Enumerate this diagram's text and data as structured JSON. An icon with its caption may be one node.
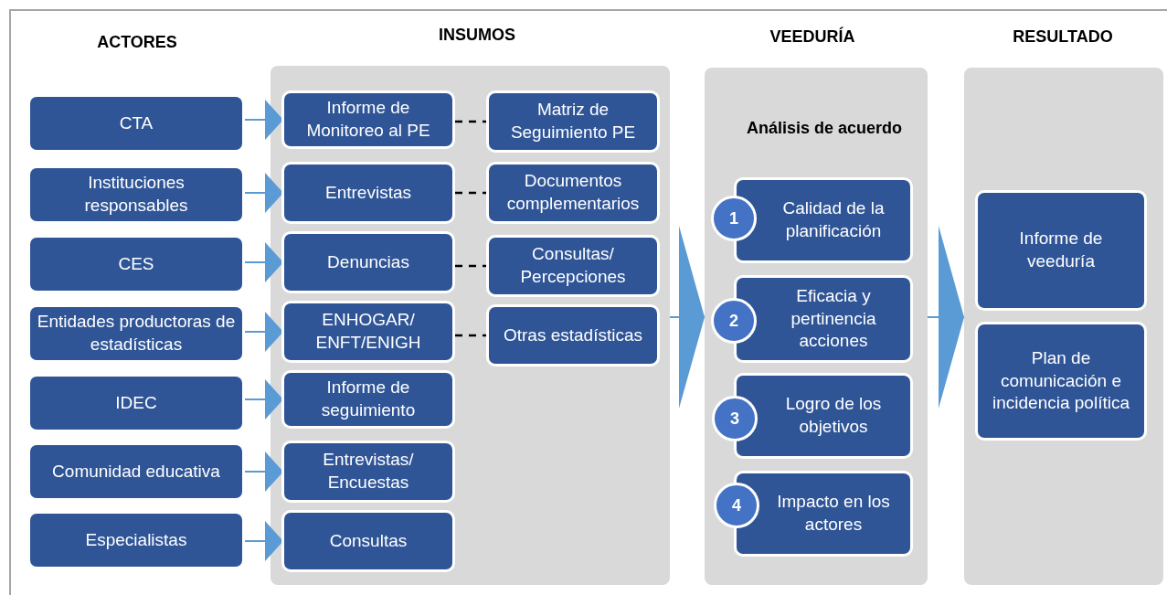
{
  "diagram": {
    "nodes": [
      {
        "text": [
          "CTA"
        ]
      },
      {
        "text": [
          "Instituciones responsables"
        ]
      },
      {
        "text": [
          "CES"
        ]
      },
      {
        "text": [
          "Entidades productoras de estadísticas"
        ]
      },
      {
        "text": [
          "IDEC"
        ]
      },
      {
        "text": [
          "Comunidad educativa"
        ]
      },
      {
        "text": [
          "Especialistas"
        ]
      },
      {
        "text": [
          "INSUMOS"
        ]
      },
      {
        "text": [
          "Informe de Monitoreo al PE"
        ],
        "in": 7
      },
      {
        "text": [
          "Matriz de Seguimiento PE"
        ],
        "in": 7
      },
      {
        "text": [
          "Entrevistas"
        ],
        "in": 7
      },
      {
        "text": [
          "Documentos complementarios"
        ],
        "in": 7
      },
      {
        "text": [
          "Denuncias"
        ],
        "in": 7
      },
      {
        "text": [
          "Consultas/ Percepciones"
        ],
        "in": 7
      },
      {
        "text": [
          "ENHOGAR/ ENFT/ENIGH"
        ],
        "in": 7
      },
      {
        "text": [
          "Otras estadísticas"
        ],
        "in": 7
      },
      {
        "text": [
          "Informe de seguimiento"
        ],
        "in": 7
      },
      {
        "text": [
          "Entrevistas/ Encuestas"
        ],
        "in": 7
      },
      {
        "text": [
          "Consultas"
        ],
        "in": 7
      },
      {
        "text": [
          "VEEDURÍA",
          "Análisis de acuerdo"
        ]
      },
      {
        "text": [
          "1"
        ],
        "in": 19
      },
      {
        "text": [
          "Calidad de la planificación"
        ],
        "in": 19
      },
      {
        "text": [
          "2"
        ],
        "in": 19
      },
      {
        "text": [
          "Eficacia y pertinencia acciones"
        ],
        "in": 19
      },
      {
        "text": [
          "3"
        ],
        "in": 19
      },
      {
        "text": [
          "Logro de los objetivos"
        ],
        "in": 19
      },
      {
        "text": [
          "4"
        ],
        "in": 19
      },
      {
        "text": [
          "Impacto en los actores"
        ],
        "in": 19
      },
      {
        "text": [
          "RESULTADO"
        ]
      },
      {
        "text": [
          "Informe de veeduría"
        ],
        "in": 28
      },
      {
        "text": [
          "Plan de comunicación e incidencia política"
        ],
        "in": 28
      }
    ],
    "edges": [
      {
        "from": 0,
        "to": 8,
        "arrow": "to"
      },
      {
        "from": 1,
        "to": 10,
        "arrow": "to"
      },
      {
        "from": 2,
        "to": 12,
        "arrow": "to"
      },
      {
        "from": 3,
        "to": 14,
        "arrow": "to"
      },
      {
        "from": 4,
        "to": 16,
        "arrow": "to"
      },
      {
        "from": 5,
        "to": 17,
        "arrow": "to"
      },
      {
        "from": 6,
        "to": 18,
        "arrow": "to"
      },
      {
        "from": 8,
        "to": 9,
        "arrow": "none",
        "style": "dashed",
        "color": "#000000"
      },
      {
        "from": 10,
        "to": 11,
        "arrow": "none",
        "style": "dashed",
        "color": "#000000"
      },
      {
        "from": 12,
        "to": 13,
        "arrow": "none",
        "style": "dashed",
        "color": "#000000"
      },
      {
        "from": 14,
        "to": 15,
        "arrow": "none",
        "style": "dashed",
        "color": "#000000"
      },
      {
        "from": 7,
        "to": 19,
        "arrow": "to"
      },
      {
        "from": 19,
        "to": 28,
        "arrow": "to"
      }
    ],
    "labels": [
      "ACTORES"
    ]
  }
}
